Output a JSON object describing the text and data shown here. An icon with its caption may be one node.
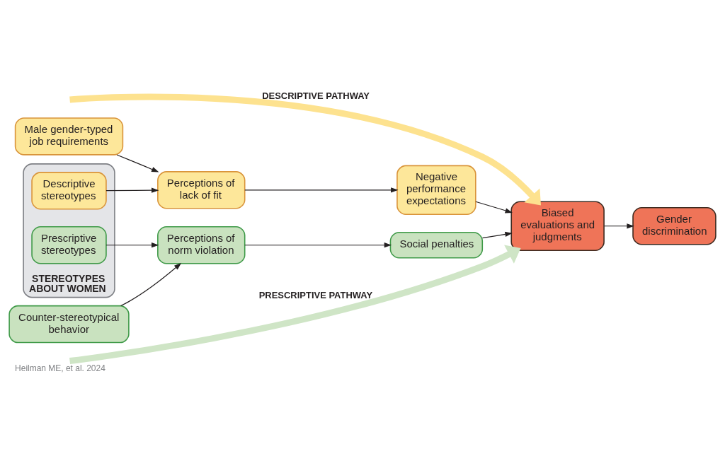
{
  "diagram": {
    "caption": "Heilman ME, et al. 2024",
    "nodes": [
      {
        "text": [
          "Male gender-typed job requirements"
        ]
      },
      {
        "text": [
          "STEREOTYPES ABOUT WOMEN"
        ]
      },
      {
        "text": [
          "Descriptive stereotypes"
        ],
        "in": 1
      },
      {
        "text": [
          "Prescriptive stereotypes"
        ],
        "in": 1
      },
      {
        "text": [
          "Counter-stereotypical behavior"
        ]
      },
      {
        "text": [
          "Perceptions of lack of fit"
        ]
      },
      {
        "text": [
          "Negative performance expectations"
        ]
      },
      {
        "text": [
          "Perceptions of norm violation"
        ]
      },
      {
        "text": [
          "Social penalties"
        ]
      },
      {
        "text": [
          "Biased evaluations and judgments"
        ]
      },
      {
        "text": [
          "Gender discrimination"
        ]
      }
    ],
    "edges": [
      {
        "from": null,
        "to": 9,
        "arrow": "to",
        "label": "DESCRIPTIVE PATHWAY",
        "style": "thick",
        "color": "#fde28f"
      },
      {
        "from": 0,
        "to": 5,
        "arrow": "to"
      },
      {
        "from": 2,
        "to": 5,
        "arrow": "to"
      },
      {
        "from": 5,
        "to": 6,
        "arrow": "to"
      },
      {
        "from": 6,
        "to": 9,
        "arrow": "to"
      },
      {
        "from": 3,
        "to": 7,
        "arrow": "to"
      },
      {
        "from": 4,
        "to": 7,
        "arrow": "to"
      },
      {
        "from": 7,
        "to": 8,
        "arrow": "to"
      },
      {
        "from": 8,
        "to": 9,
        "arrow": "to"
      },
      {
        "from": 9,
        "to": 10,
        "arrow": "to"
      },
      {
        "from": null,
        "to": 9,
        "arrow": "to",
        "label": "PRESCRIPTIVE PATHWAY",
        "style": "thick",
        "color": "#cfe5c6"
      }
    ]
  }
}
